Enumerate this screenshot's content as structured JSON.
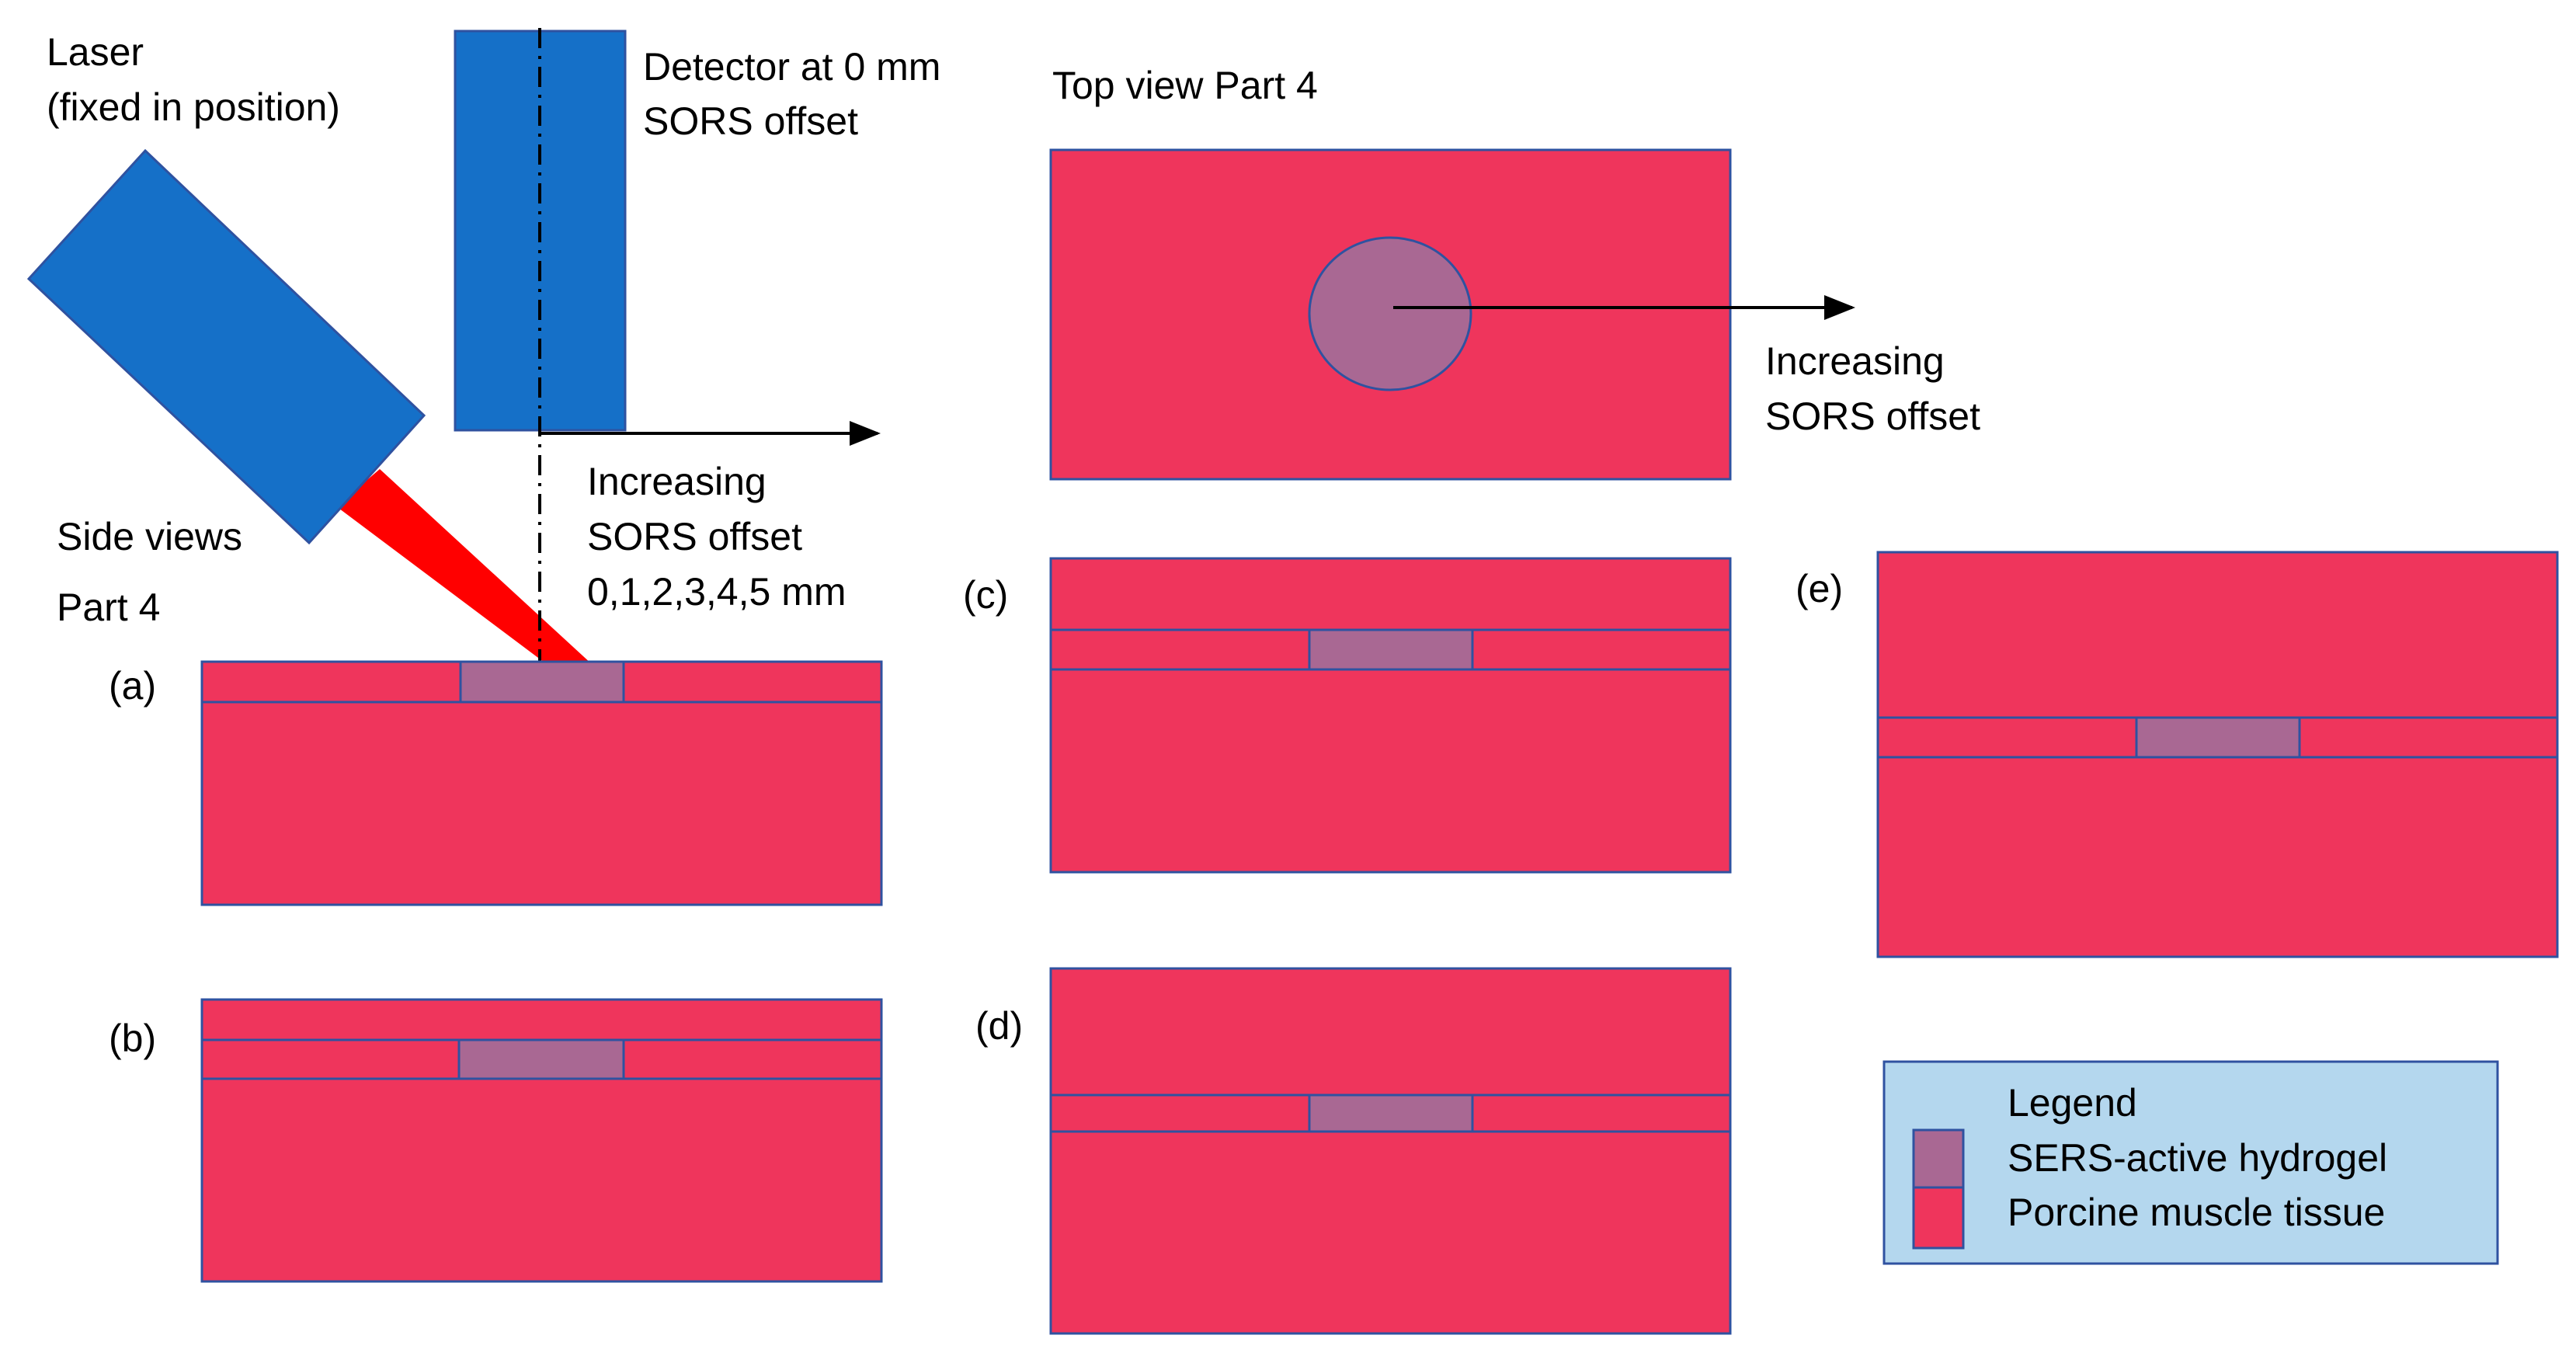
{
  "colors": {
    "tissue": "#EF355C",
    "hydrogel": "#A96893",
    "outline": "#2F52A0",
    "device": "#1570C8",
    "beam": "#FF0000",
    "legend_bg": "#B4D7EE",
    "text": "#000000"
  },
  "labels": {
    "laser_line1": "Laser",
    "laser_line2": "(fixed in position)",
    "detector_line1": "Detector at 0 mm",
    "detector_line2": "SORS offset",
    "side_views_line1": "Side views",
    "side_views_line2": "Part 4",
    "increasing_side_line1": "Increasing",
    "increasing_side_line2": "SORS offset",
    "increasing_side_line3": "0,1,2,3,4,5 mm",
    "top_view_title": "Top view Part 4",
    "increasing_top_line1": "Increasing",
    "increasing_top_line2": "SORS offset"
  },
  "panels": {
    "a": "(a)",
    "b": "(b)",
    "c": "(c)",
    "d": "(d)",
    "e": "(e)"
  },
  "legend": {
    "title": "Legend",
    "items": [
      {
        "label": "SERS-active hydrogel",
        "swatch": "hydrogel"
      },
      {
        "label": "Porcine muscle tissue",
        "swatch": "tissue"
      }
    ]
  }
}
